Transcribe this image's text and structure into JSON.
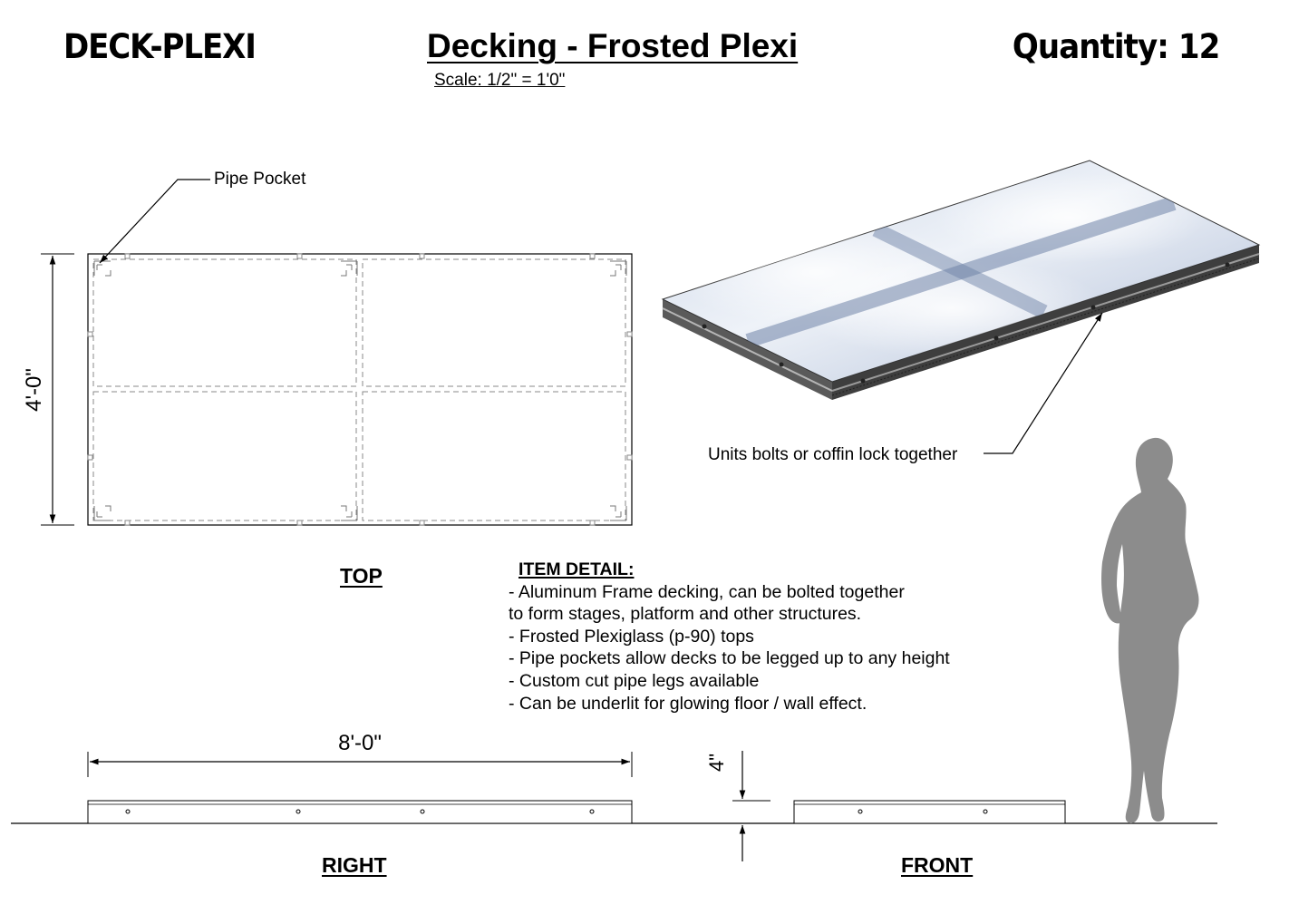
{
  "header": {
    "code": "DECK-PLEXI",
    "title": "Decking - Frosted Plexi",
    "scale": "Scale: 1/2\" = 1'0\"",
    "quantity": "Quantity: 12"
  },
  "callouts": {
    "pipe_pocket": "Pipe Pocket",
    "units_lock": "Units bolts or coffin lock together"
  },
  "dimensions": {
    "width": "4'-0\"",
    "length": "8'-0\"",
    "height": "4\""
  },
  "views": {
    "top": "TOP",
    "right": "RIGHT",
    "front": "FRONT"
  },
  "item_detail": {
    "heading": "ITEM DETAIL:",
    "lines": [
      "- Aluminum Frame decking, can be bolted together",
      "to form stages, platform and other structures.",
      "- Frosted Plexiglass (p-90) tops",
      "- Pipe pockets allow decks to be legged up to any height",
      "- Custom cut pipe legs available",
      "- Can be underlit for glowing floor / wall effect."
    ]
  },
  "colors": {
    "plexi_light": "#e8eef6",
    "plexi_blue": "#8fa3c4",
    "frame": "#6b6b6b",
    "silhouette": "#8c8c8c"
  }
}
